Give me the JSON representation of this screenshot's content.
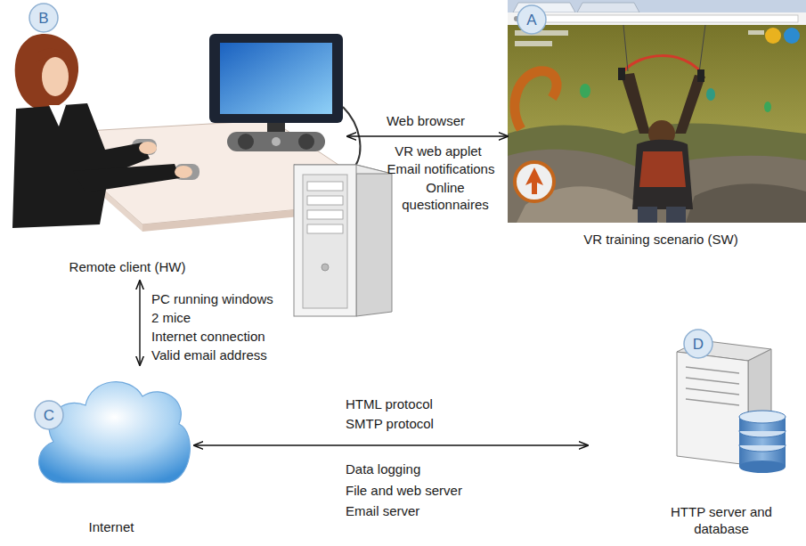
{
  "diagram": {
    "nodes": [
      {
        "text": [
          "Remote client (HW)"
        ]
      },
      {
        "text": [
          "VR training scenario (SW)"
        ]
      },
      {
        "text": [
          "Internet"
        ]
      },
      {
        "text": [
          "HTTP server and database"
        ]
      },
      {
        "text": [
          "B"
        ]
      },
      {
        "text": [
          "A"
        ]
      },
      {
        "text": [
          "C"
        ]
      },
      {
        "text": [
          "D"
        ]
      }
    ],
    "edges": [
      {
        "from": 0,
        "to": 1,
        "arrow": "both"
      },
      {
        "from": 0,
        "to": 2,
        "arrow": "both"
      },
      {
        "from": 2,
        "to": 3,
        "arrow": "both"
      }
    ],
    "labels": [
      "Web browser",
      "VR web applet",
      "Email notifications",
      "Online questionnaires",
      "PC running windows",
      "2 mice",
      "Internet connection",
      "Valid email address",
      "HTML protocol",
      "SMTP protocol",
      "Data logging",
      "File and web server",
      "Email server"
    ]
  }
}
